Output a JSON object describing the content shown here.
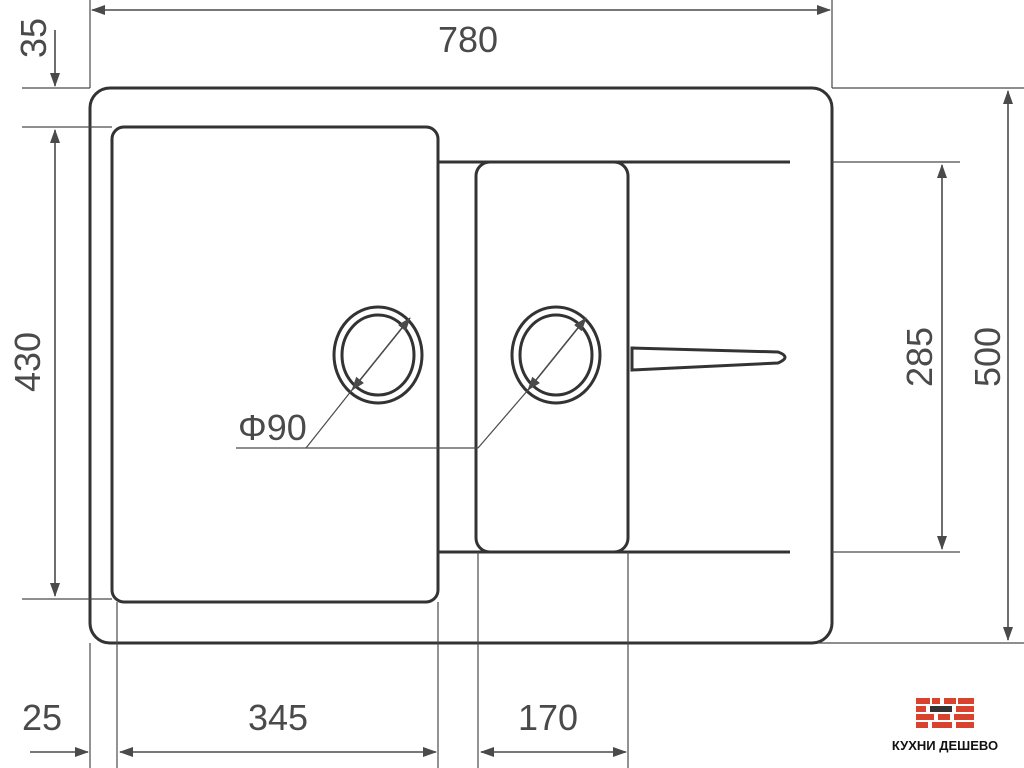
{
  "diagram": {
    "dimensions": {
      "overall_width": "780",
      "top_offset": "35",
      "bowl_depth": "430",
      "drainer_depth": "285",
      "overall_depth": "500",
      "drain_diameter": "Φ90",
      "edge_offset": "25",
      "main_bowl_width": "345",
      "small_bowl_width": "170"
    }
  },
  "logo": {
    "text": "КУХНИ ДЕШЕВО",
    "colors": {
      "brick": "#d9432e",
      "dark": "#333333"
    }
  }
}
